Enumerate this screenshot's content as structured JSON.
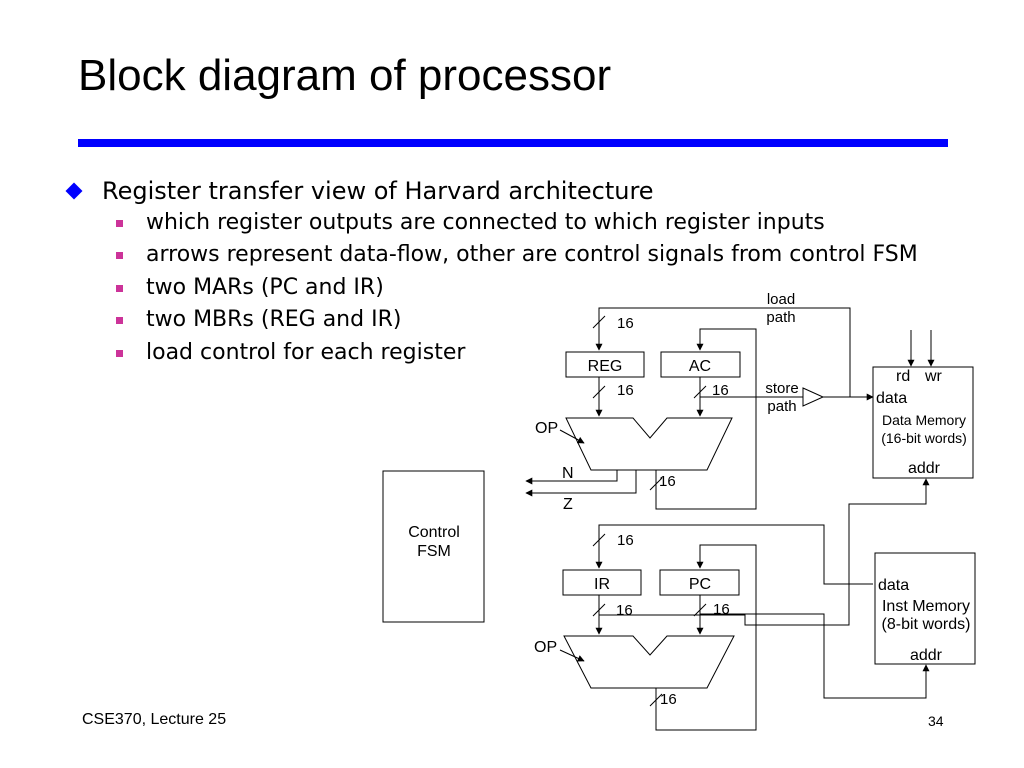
{
  "slide": {
    "title": "Block diagram of processor",
    "bullets": [
      {
        "text": "Register transfer view of Harvard architecture",
        "sub": [
          "which register outputs are connected to which register inputs",
          "arrows represent data-flow, other are control signals from control FSM",
          "two MARs (PC and IR)",
          "two MBRs (REG and IR)",
          "load control for each register"
        ]
      }
    ],
    "footer": "CSE370, Lecture 25",
    "page_number": "34"
  },
  "diagram": {
    "control_fsm": [
      "Control",
      "FSM"
    ],
    "registers": {
      "reg": "REG",
      "ac": "AC",
      "ir": "IR",
      "pc": "PC"
    },
    "alu_op_label": "OP",
    "flags": {
      "n": "N",
      "z": "Z"
    },
    "bus_width": "16",
    "load_path": [
      "load",
      "path"
    ],
    "store_path": [
      "store",
      "path"
    ],
    "data_memory": {
      "rd": "rd",
      "wr": "wr",
      "data": "data",
      "name": "Data Memory",
      "word_size": "(16-bit words)",
      "addr": "addr"
    },
    "inst_memory": {
      "data": "data",
      "name": "Inst Memory",
      "word_size": "(8-bit words)",
      "addr": "addr"
    }
  }
}
